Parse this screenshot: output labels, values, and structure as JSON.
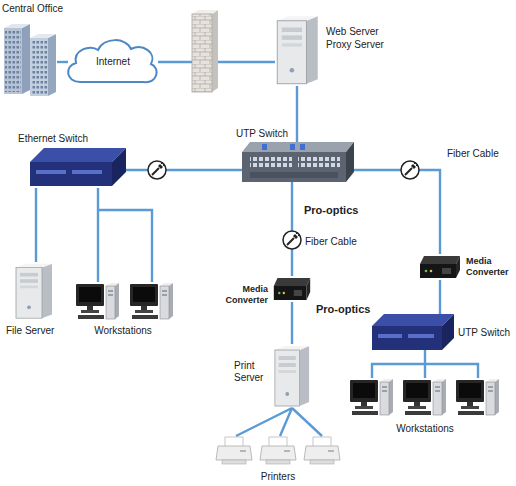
{
  "diagram": {
    "nodes": [
      {
        "text": [
          "Central Office"
        ]
      },
      {
        "text": [
          "Internet"
        ]
      },
      {
        "text": [
          "Web Server",
          "Proxy Server"
        ]
      },
      {
        "text": [
          "UTP Switch"
        ]
      },
      {
        "text": [
          "Ethernet Switch"
        ]
      },
      {
        "text": [
          "File Server"
        ]
      },
      {
        "text": [
          "Workstations"
        ]
      },
      {
        "text": [
          "Media Converter"
        ]
      },
      {
        "text": [
          "Print Server"
        ]
      },
      {
        "text": [
          "Printers"
        ]
      },
      {
        "text": [
          "Media Converter"
        ]
      },
      {
        "text": [
          "UTP Switch"
        ]
      },
      {
        "text": [
          "Workstations"
        ]
      }
    ],
    "edges": [
      {
        "from": 0,
        "to": 1,
        "arrow": "none"
      },
      {
        "from": 1,
        "to": 2,
        "arrow": "none"
      },
      {
        "from": 2,
        "to": 3,
        "arrow": "none"
      },
      {
        "from": 3,
        "to": 4,
        "arrow": "none"
      },
      {
        "from": 3,
        "to": 7,
        "label": "Fiber Cable",
        "arrow": "none"
      },
      {
        "from": 3,
        "to": 10,
        "label": "Fiber Cable",
        "arrow": "none"
      },
      {
        "from": 4,
        "to": 5,
        "arrow": "none"
      },
      {
        "from": 4,
        "to": 6,
        "arrow": "none"
      },
      {
        "from": 7,
        "to": 8,
        "arrow": "none"
      },
      {
        "from": 8,
        "to": 9,
        "arrow": "none"
      },
      {
        "from": 10,
        "to": 11,
        "arrow": "none"
      },
      {
        "from": 11,
        "to": 12,
        "arrow": "none"
      }
    ],
    "labels": [
      "Pro-optics",
      "Pro-optics"
    ]
  }
}
